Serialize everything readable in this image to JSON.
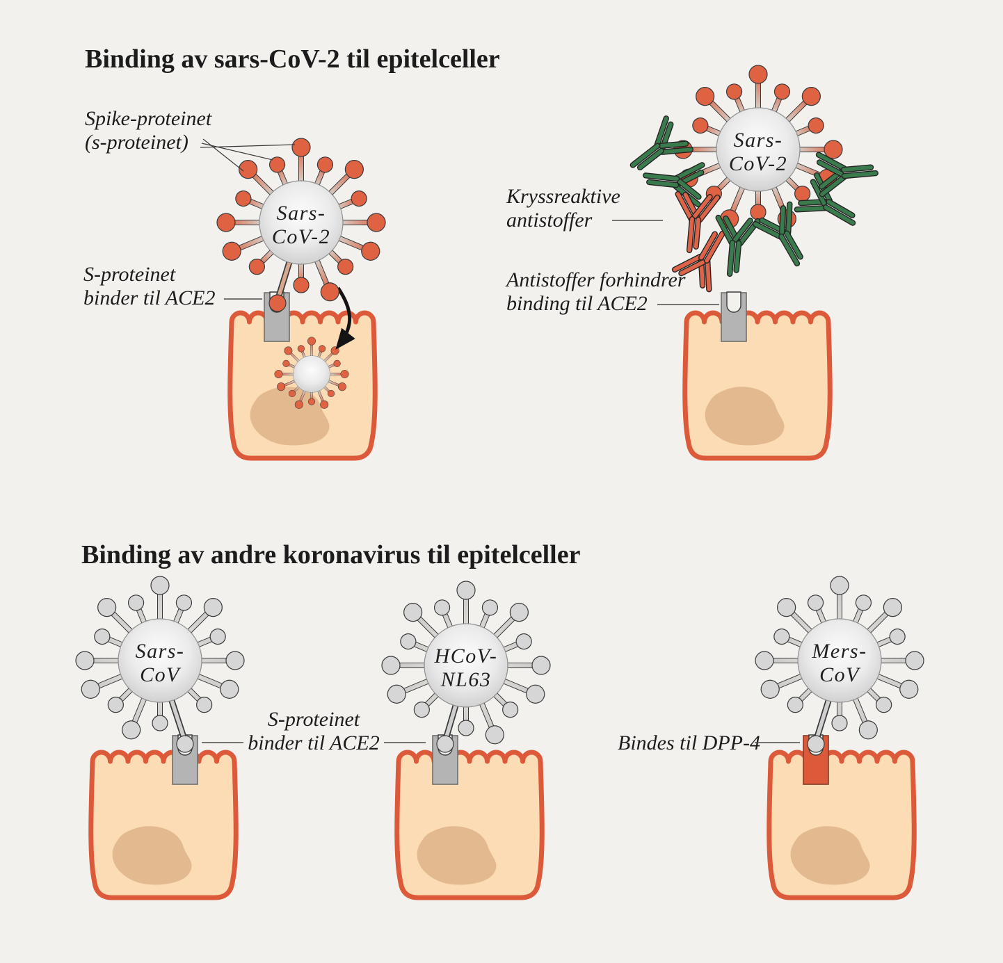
{
  "section_top": {
    "title": "Binding av sars-CoV-2 til epitelceller",
    "spike_label": {
      "line1": "Spike-proteinet",
      "line2": "(s-proteinet)"
    },
    "ace2_label": {
      "line1": "S-proteinet",
      "line2": "binder til ACE2"
    },
    "cross_reactive_label": {
      "line1": "Kryssreaktive",
      "line2": "antistoffer"
    },
    "prevent_label": {
      "line1": "Antistoffer forhindrer",
      "line2": "binding til ACE2"
    },
    "virus_left": {
      "line1": "Sars-",
      "line2": "CoV-2"
    },
    "virus_right": {
      "line1": "Sars-",
      "line2": "CoV-2"
    }
  },
  "section_bottom": {
    "title": "Binding av andre koronavirus til epitelceller",
    "ace2_label": {
      "line1": "S-proteinet",
      "line2": "binder til ACE2"
    },
    "dpp4_label": "Bindes til DPP-4",
    "virus_left": {
      "line1": "Sars-",
      "line2": "CoV"
    },
    "virus_middle": {
      "line1": "HCoV-",
      "line2": "NL63"
    },
    "virus_right": {
      "line1": "Mers-",
      "line2": "CoV"
    }
  },
  "colors": {
    "background": "#f2f1ee",
    "cell_fill": "#fbdcb4",
    "cell_border": "#dc5a3a",
    "nucleus": "#e3ba90",
    "receptor_gray": "#b4b4b4",
    "receptor_red": "#dc5a3a",
    "spike_red": "#df6243",
    "spike_gray": "#d6d6d6",
    "antibody_green": "#3a7b4e",
    "antibody_orange": "#dd6349",
    "text": "#1c1c1c"
  }
}
